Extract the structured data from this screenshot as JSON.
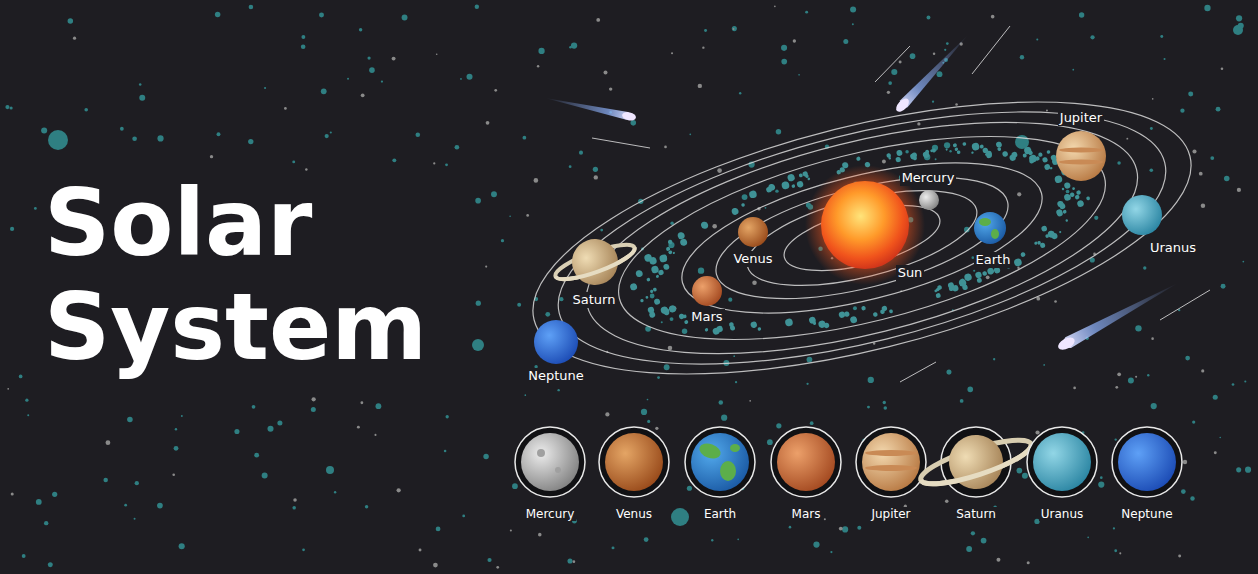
{
  "diagram": {
    "title": "Solar System",
    "labels": [
      "Jupiter",
      "Mercury",
      "Venus",
      "Sun",
      "Earth",
      "Uranus",
      "Saturn",
      "Mars",
      "Neptune",
      "Mercury",
      "Venus",
      "Earth",
      "Mars",
      "Jupiter",
      "Saturn",
      "Uranus",
      "Neptune"
    ]
  }
}
